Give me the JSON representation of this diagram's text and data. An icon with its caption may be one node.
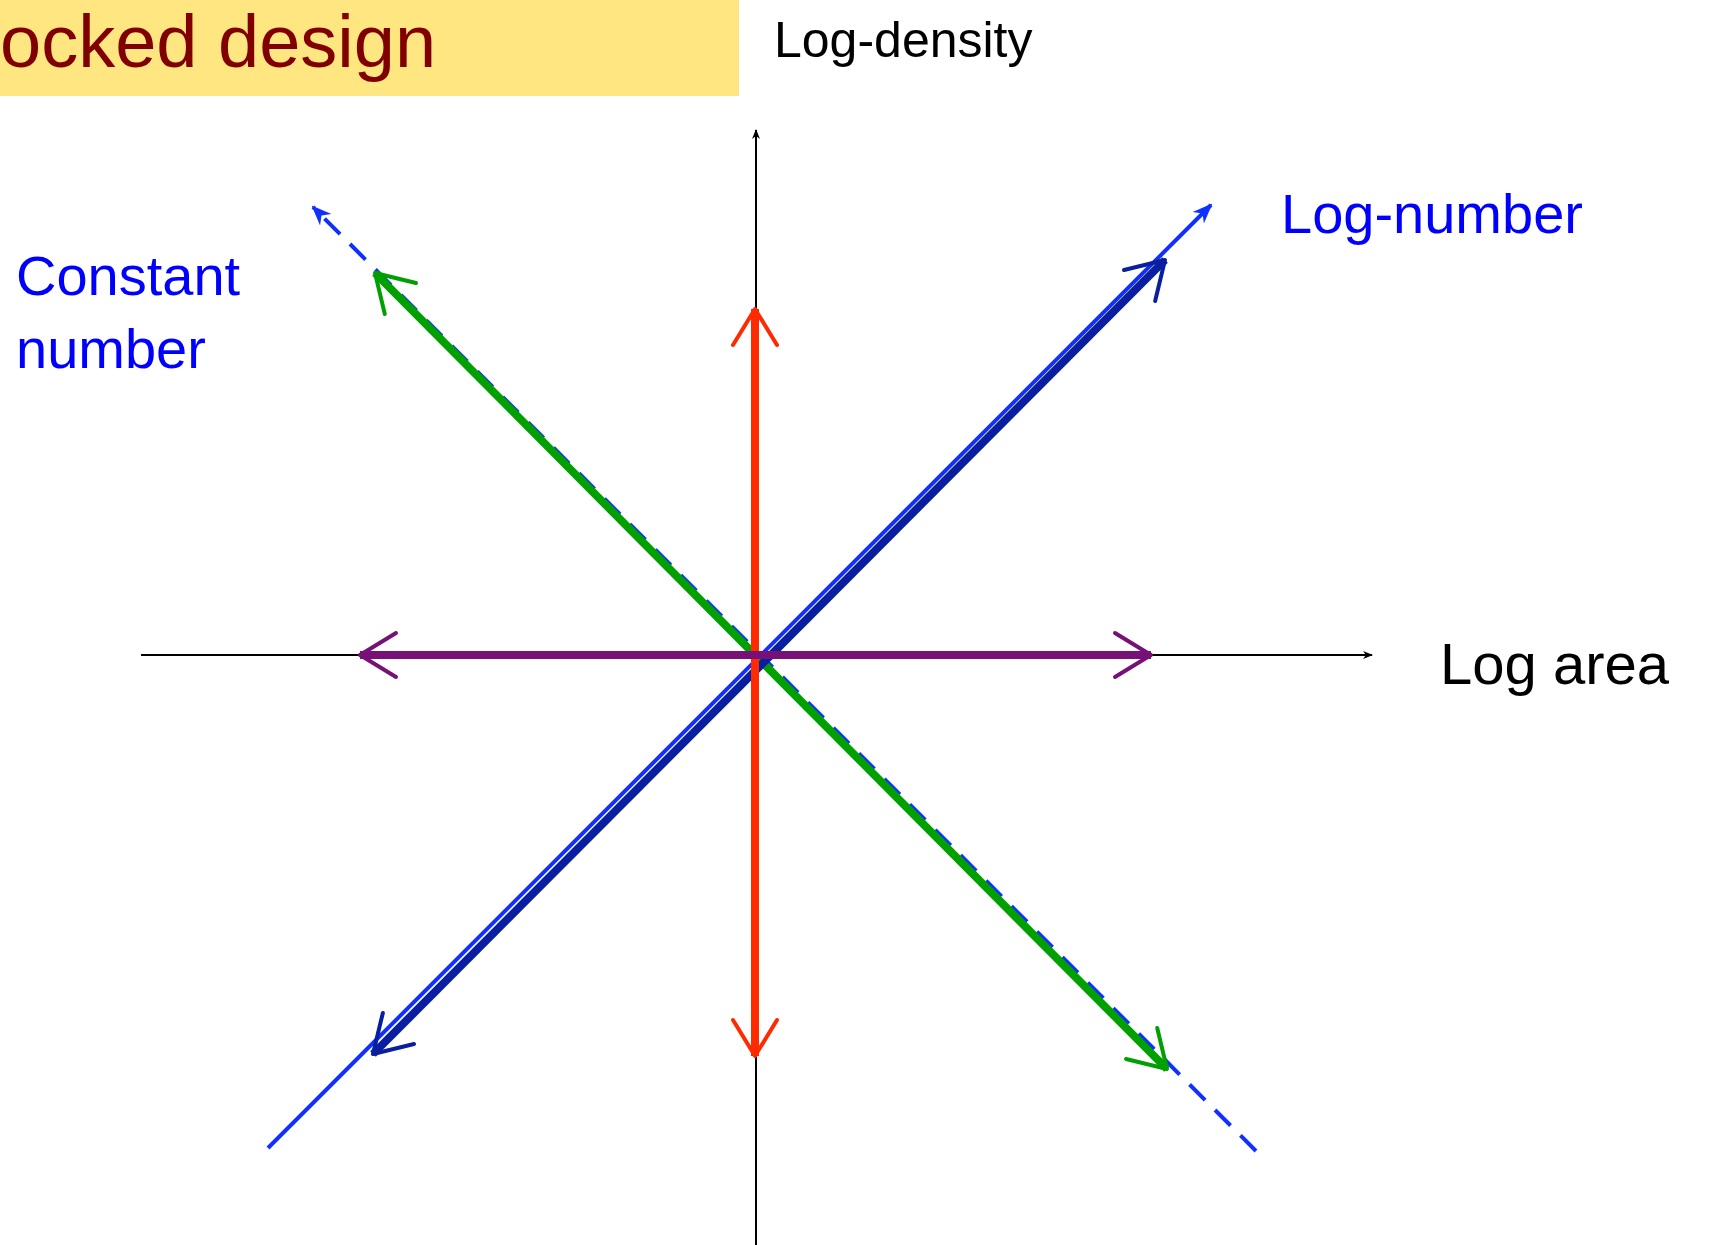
{
  "diagram": {
    "title": "ocked design",
    "labels": [
      "Log-density",
      "Log area",
      "Log-number",
      "Constant number"
    ]
  }
}
